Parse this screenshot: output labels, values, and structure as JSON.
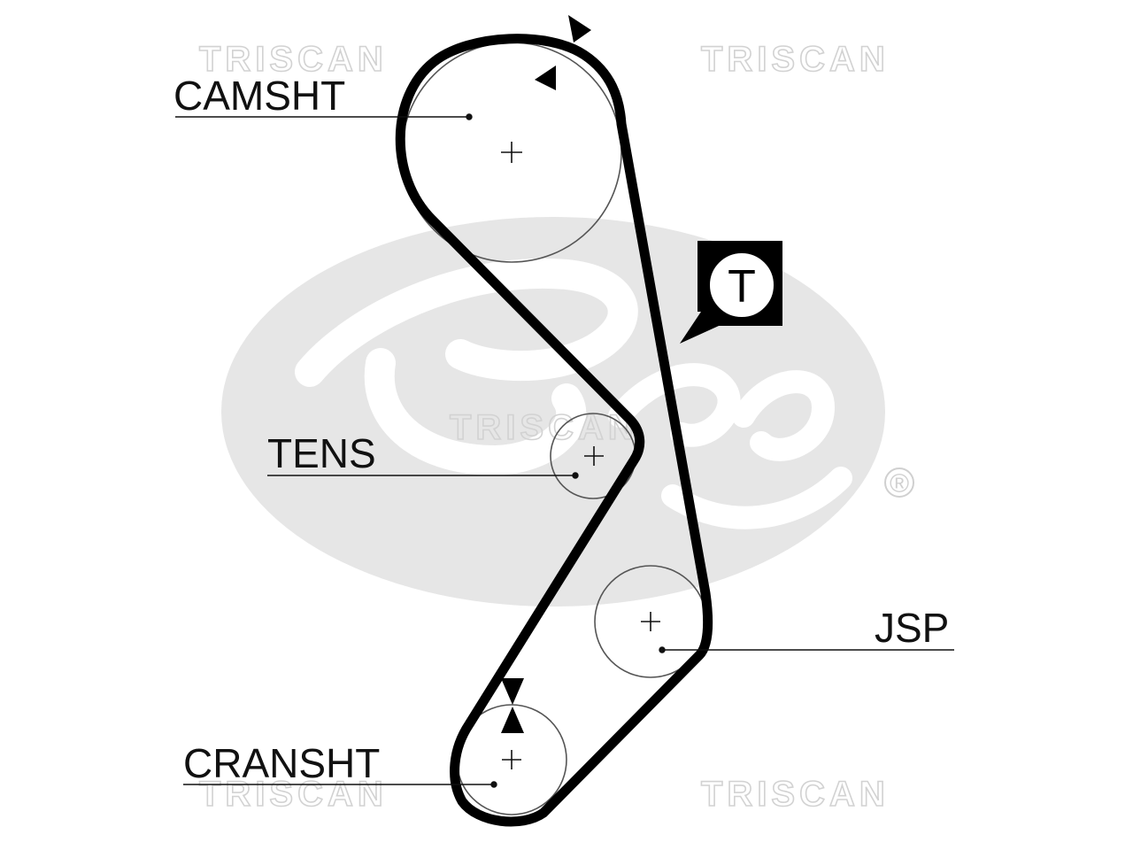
{
  "labels": {
    "camshaft": "CAMSHT",
    "tensioner": "TENS",
    "jsp": "JSP",
    "crankshaft": "CRANSHT",
    "tension_marker": "T"
  },
  "watermarks": {
    "text_1": "TRISCAN",
    "text_2": "TRISCAN",
    "text_3": "TRISCAN",
    "text_4": "TRISCAN",
    "text_5": "TRISCAN"
  },
  "registered_mark": "®",
  "colors": {
    "belt": "#000000",
    "pulley_outline": "#555555",
    "logo_ellipse": "#e6e6e6",
    "logo_script": "#ffffff",
    "watermark": "#d2d2d2",
    "text": "#111111"
  },
  "icons": {
    "pulley_center": "plus-icon",
    "timing_mark": "triangle-pair-icon",
    "tension_marker": "callout-box-icon"
  }
}
